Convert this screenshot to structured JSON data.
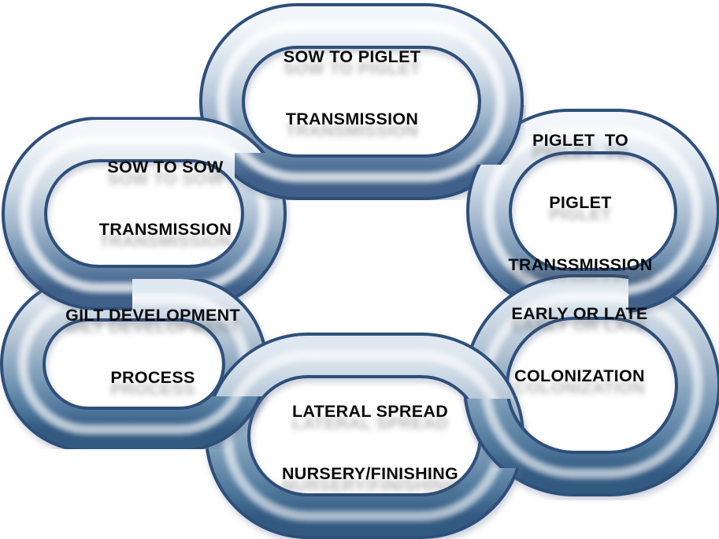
{
  "diagram": {
    "type": "chain-of-transmission",
    "background": "#ffffff",
    "links": [
      {
        "id": "sow-to-piglet",
        "position": "top-center",
        "lines": [
          "SOW TO PIGLET",
          "TRANSMISSION"
        ]
      },
      {
        "id": "sow-to-sow",
        "position": "left-upper",
        "lines": [
          "SOW TO SOW",
          "TRANSMISSION"
        ]
      },
      {
        "id": "piglet-to-piglet",
        "position": "right-upper",
        "lines": [
          "PIGLET  TO",
          "PIGLET",
          "TRANSSMISSION"
        ]
      },
      {
        "id": "gilt-development",
        "position": "left-lower",
        "lines": [
          "GILT DEVELOPMENT",
          "PROCESS"
        ]
      },
      {
        "id": "early-late",
        "position": "right-lower",
        "lines": [
          "EARLY OR LATE",
          "COLONIZATION"
        ]
      },
      {
        "id": "lateral-spread",
        "position": "bottom-center",
        "lines": [
          "LATERAL SPREAD",
          "NURSERY/FINISHING"
        ]
      }
    ],
    "colors": {
      "label_text": "#0b0b0b",
      "outline": "#2f4f7a",
      "highlight": "#ffffff",
      "grad_light": [
        "#f2f6fa",
        "#d2dde8",
        "#a2b7cd",
        "#6c8cac",
        "#3f6089"
      ],
      "grad_dark": [
        "#dfe8f0",
        "#b3c4d4",
        "#7c9cb8",
        "#527a9e",
        "#335a81"
      ]
    }
  }
}
